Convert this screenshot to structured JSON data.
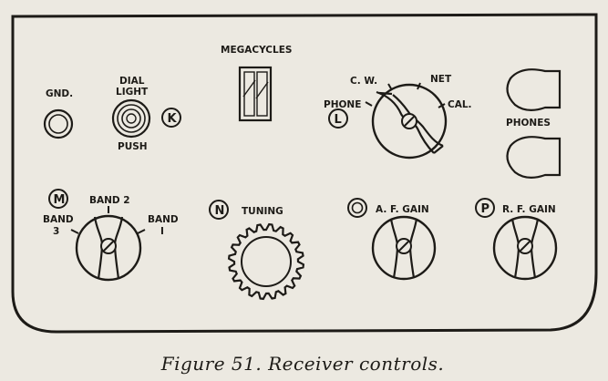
{
  "panel": {
    "megacycles_label": "MEGACYCLES",
    "gnd_label": "GND.",
    "dial_light_line1": "DIAL",
    "dial_light_line2": "LIGHT",
    "push_label": "PUSH",
    "marker_k": "K",
    "marker_l": "L",
    "marker_m": "M",
    "marker_n": "N",
    "marker_p": "P",
    "selector_positions": {
      "cw": "C. W.",
      "net": "NET",
      "phone": "PHONE",
      "cal": "CAL."
    },
    "phones_label": "PHONES",
    "band_labels": {
      "band2": "BAND 2",
      "band3_line1": "BAND",
      "band3_line2": "3",
      "band1_line1": "BAND",
      "band1_line2": "I"
    },
    "tuning_label": "TUNING",
    "af_gain_label": "A. F. GAIN",
    "rf_gain_label": "R. F. GAIN"
  },
  "caption": "Figure 51. Receiver controls."
}
